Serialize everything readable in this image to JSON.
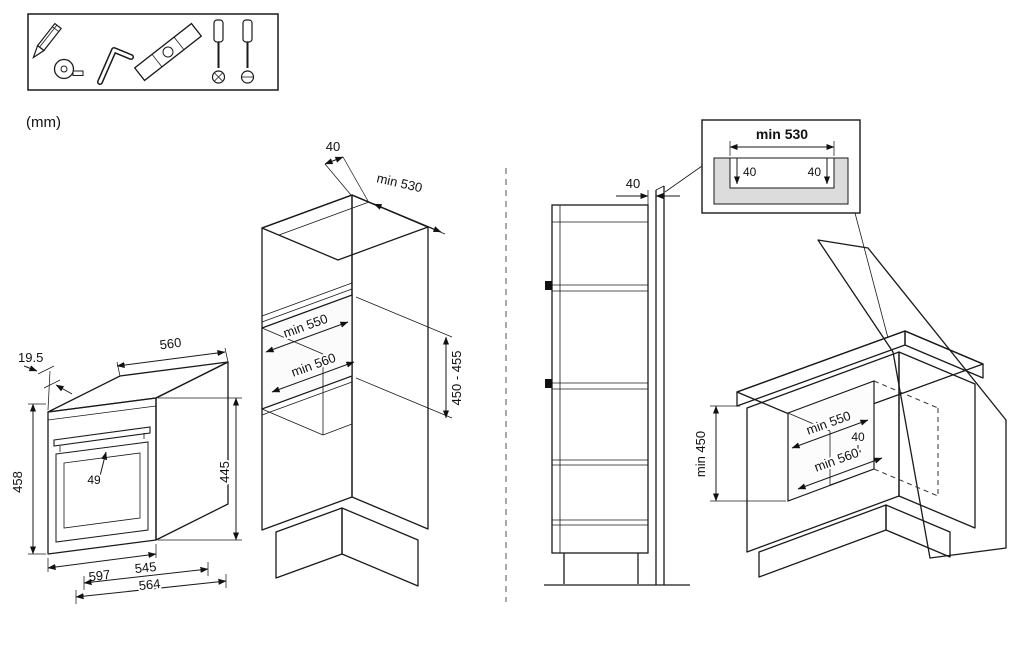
{
  "units_label": "(mm)",
  "colors": {
    "ink": "#1a1a1a",
    "panel_gray": "#dcdcdc"
  },
  "tools": {
    "items": [
      "pencil",
      "tape-measure",
      "allen-key",
      "spirit-level",
      "phillips-screwdriver",
      "flat-screwdriver"
    ]
  },
  "oven": {
    "lip_depth": "19.5",
    "top_width": "560",
    "total_height": "458",
    "handle_clearance": "49",
    "body_height": "445",
    "front_width": "597",
    "body_depth": "545",
    "total_depth": "564"
  },
  "column_iso": {
    "top_front_strip": "40",
    "top_depth": "min 530",
    "niche_width": "min 550",
    "niche_depth": "min 560",
    "niche_height": "450 - 455"
  },
  "column_side": {
    "wall_gap": "40"
  },
  "cutout_detail": {
    "cutout_width": "min 530",
    "left_offset": "40",
    "right_offset": "40"
  },
  "base_unit": {
    "niche_height": "min 450",
    "niche_width": "min 550",
    "rear_gap": "40",
    "niche_depth": "min 560"
  }
}
